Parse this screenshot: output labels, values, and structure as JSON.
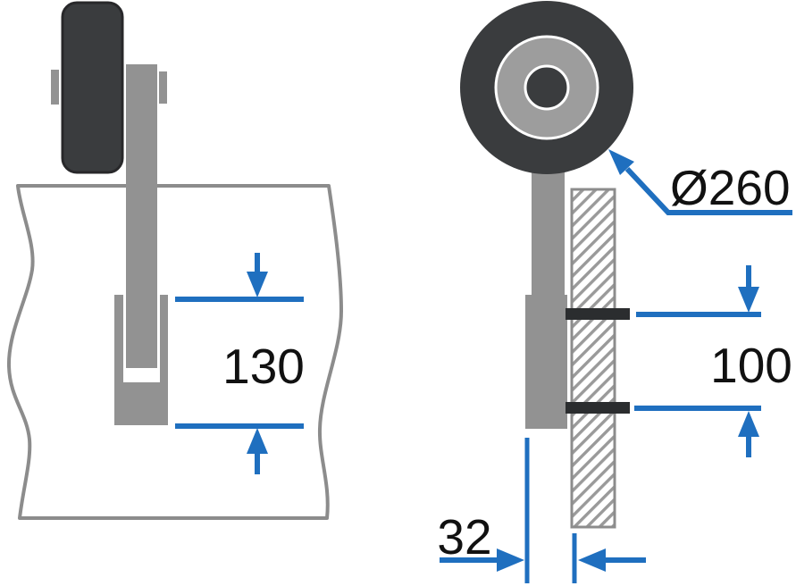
{
  "dimensions": {
    "wheel_diameter_label": "Ø260",
    "slot_depth_label": "130",
    "clamp_spacing_label": "100",
    "offset_label": "32"
  },
  "colors": {
    "dimension_blue": "#1f6fbf",
    "dark_gray": "#3a3c3e",
    "darker_gray": "#2b2d2f",
    "mid_gray": "#929292",
    "hub_gray": "#9d9d9d",
    "outline_gray": "#8c8c8c",
    "hatch_gray": "#9a9a9a",
    "text_black": "#111111",
    "background": "#ffffff"
  }
}
